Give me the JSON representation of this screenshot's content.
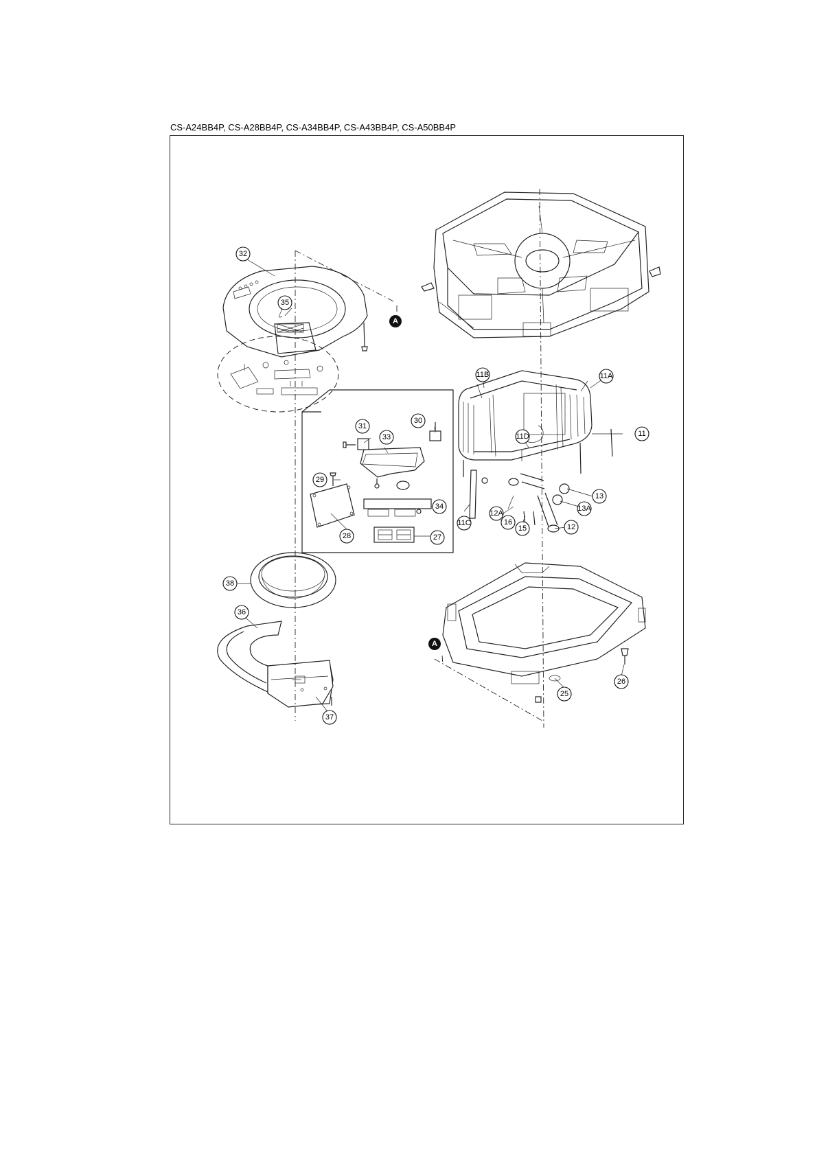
{
  "header": {
    "model_list": "CS-A24BB4P, CS-A28BB4P, CS-A34BB4P, CS-A43BB4P, CS-A50BB4P"
  },
  "callouts": {
    "c11": "11",
    "c11a": "11A",
    "c11b": "11B",
    "c11c": "11C",
    "c11d": "11D",
    "c12": "12",
    "c12a": "12A",
    "c13": "13",
    "c13a": "13A",
    "c15": "15",
    "c16": "16",
    "c25": "25",
    "c26": "26",
    "c27": "27",
    "c28": "28",
    "c29": "29",
    "c30": "30",
    "c31": "31",
    "c32": "32",
    "c33": "33",
    "c34": "34",
    "c35": "35",
    "c36": "36",
    "c37": "37",
    "c38": "38"
  },
  "markers": {
    "ref_a": "A"
  }
}
